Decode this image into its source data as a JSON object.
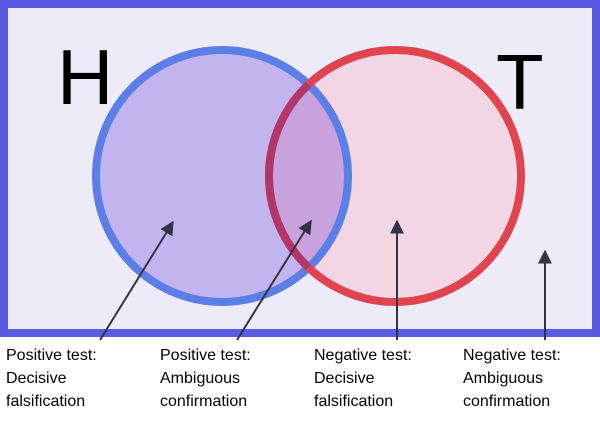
{
  "sets": {
    "h": {
      "letter": "H",
      "color": "#5b7fe6"
    },
    "t": {
      "letter": "T",
      "color": "#e0444e"
    }
  },
  "colors": {
    "frame": "#5b5be2",
    "frame_fill": "#eeebf8",
    "h_fill": "#c2b5ef",
    "t_fill": "#f2d6e4",
    "overlap_fill": "#c8a2dc",
    "arrow": "#333344",
    "text": "#000000"
  },
  "captions": [
    {
      "line1": "Positive test:",
      "line2": "Decisive",
      "line3": "falsification"
    },
    {
      "line1": "Positive test:",
      "line2": "Ambiguous",
      "line3": "confirmation"
    },
    {
      "line1": "Negative test:",
      "line2": "Decisive",
      "line3": "falsification"
    },
    {
      "line1": "Negative test:",
      "line2": "Ambiguous",
      "line3": "confirmation"
    }
  ]
}
